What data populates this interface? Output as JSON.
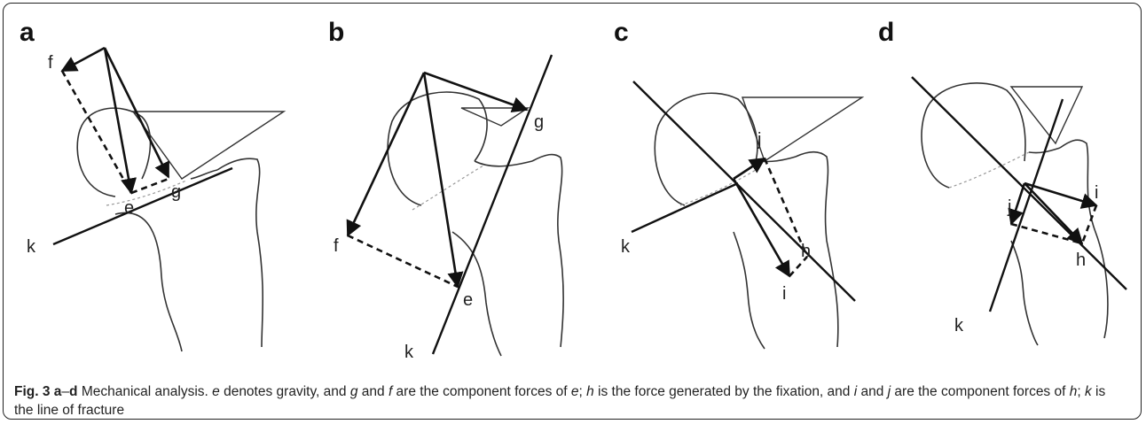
{
  "panels": [
    {
      "letter": "a",
      "labels": {
        "e": "e",
        "f": "f",
        "g": "g",
        "k": "k"
      }
    },
    {
      "letter": "b",
      "labels": {
        "e": "e",
        "f": "f",
        "g": "g",
        "k": "k"
      }
    },
    {
      "letter": "c",
      "labels": {
        "h": "h",
        "i": "i",
        "j": "j",
        "k": "k"
      }
    },
    {
      "letter": "d",
      "labels": {
        "h": "h",
        "i": "i",
        "j": "j",
        "k": "k"
      }
    }
  ],
  "caption": {
    "fig": "Fig. 3",
    "range": "a",
    "dash": "–",
    "range_end": "d",
    "title": " Mechanical analysis. ",
    "e1": "e",
    "t1": " denotes gravity, and ",
    "g1": "g",
    "t2": " and ",
    "f1": "f",
    "t3": " are the component forces of ",
    "e2": "e",
    "t4": "; ",
    "h1": "h",
    "t5": " is the force generated by the fixation, and ",
    "i1": "i",
    "t6": " and ",
    "j1": "j",
    "t7": " are the component forces of ",
    "h2": "h",
    "t8": "; ",
    "k1": "k",
    "t9": " is the line of fracture"
  }
}
